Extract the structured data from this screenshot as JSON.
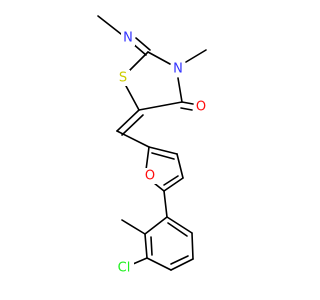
{
  "atoms": {
    "n_imine": {
      "symbol": "N",
      "color": "#3333ff"
    },
    "n_ring": {
      "symbol": "N",
      "color": "#3333ff"
    },
    "s_ring": {
      "symbol": "S",
      "color": "#cccc00"
    },
    "o_carbonyl": {
      "symbol": "O",
      "color": "#ff0d0d"
    },
    "o_furan": {
      "symbol": "O",
      "color": "#ff0d0d"
    },
    "cl": {
      "symbol": "Cl",
      "color": "#1ff01f"
    }
  },
  "colors": {
    "bond": "#000000",
    "background": "#ffffff"
  }
}
